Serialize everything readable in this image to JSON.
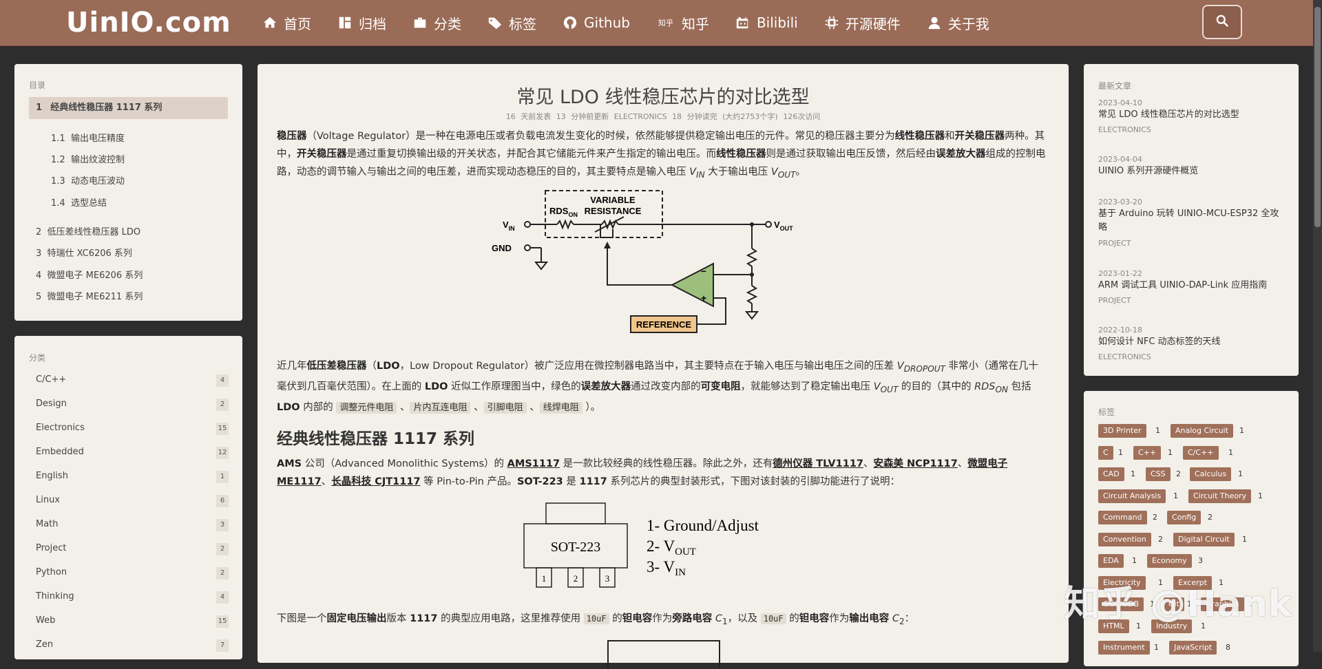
{
  "header": {
    "logo": "UinIO.com",
    "nav": [
      {
        "label": "首页",
        "icon": "home-icon"
      },
      {
        "label": "归档",
        "icon": "archive-icon"
      },
      {
        "label": "分类",
        "icon": "briefcase-icon"
      },
      {
        "label": "标签",
        "icon": "tags-icon"
      },
      {
        "label": "Github",
        "icon": "github-icon"
      },
      {
        "label": "知乎",
        "icon": "zhihu-icon"
      },
      {
        "label": "Bilibili",
        "icon": "bilibili-icon"
      },
      {
        "label": "开源硬件",
        "icon": "chip-icon"
      },
      {
        "label": "关于我",
        "icon": "user-icon"
      }
    ],
    "zhihu_badge": "知乎"
  },
  "toc": {
    "title": "目录",
    "items": [
      {
        "num": "1",
        "label": "经典线性稳压器 1117 系列"
      },
      {
        "num": "1.1",
        "label": "输出电压精度"
      },
      {
        "num": "1.2",
        "label": "输出纹波控制"
      },
      {
        "num": "1.3",
        "label": "动态电压波动"
      },
      {
        "num": "1.4",
        "label": "选型总结"
      },
      {
        "num": "2",
        "label": "低压差线性稳压器 LDO"
      },
      {
        "num": "3",
        "label": "特瑞仕 XC6206 系列"
      },
      {
        "num": "4",
        "label": "微盟电子 ME6206 系列"
      },
      {
        "num": "5",
        "label": "微盟电子 ME6211 系列"
      }
    ]
  },
  "categories": {
    "title": "分类",
    "items": [
      {
        "name": "C/C++",
        "count": "4"
      },
      {
        "name": "Design",
        "count": "2"
      },
      {
        "name": "Electronics",
        "count": "15"
      },
      {
        "name": "Embedded",
        "count": "12"
      },
      {
        "name": "English",
        "count": "1"
      },
      {
        "name": "Linux",
        "count": "6"
      },
      {
        "name": "Math",
        "count": "3"
      },
      {
        "name": "Project",
        "count": "2"
      },
      {
        "name": "Python",
        "count": "2"
      },
      {
        "name": "Thinking",
        "count": "4"
      },
      {
        "name": "Web",
        "count": "15"
      },
      {
        "name": "Zen",
        "count": "7"
      }
    ]
  },
  "article": {
    "title": "常见 LDO 线性稳压芯片的对比选型",
    "meta": "16 天前发表   13 分钟前更新   ELECTRONICS   18 分钟读完 (大约2753个字)   126次访问",
    "section_title": "经典线性稳压器 1117 系列",
    "inline_tags": [
      "调整元件电阻",
      "片内互连电阻",
      "引脚电阻",
      "线焊电阻"
    ],
    "code_10uf": "10uF",
    "diagram1": {
      "vin": "V",
      "vin_sub": "IN",
      "vout": "V",
      "vout_sub": "OUT",
      "gnd": "GND",
      "rds": "RDS",
      "rds_sub": "ON",
      "variable": "VARIABLE",
      "resistance": "RESISTANCE",
      "reference": "REFERENCE",
      "minus": "–",
      "plus": "+"
    },
    "diagram2": {
      "package": "SOT-223",
      "pins": [
        "1",
        "2",
        "3"
      ],
      "legend1": "1- Ground/Adjust",
      "legend2": "2- V",
      "legend2_sub": "OUT",
      "legend3": "3- V",
      "legend3_sub": "IN"
    }
  },
  "recent": {
    "title": "最新文章",
    "posts": [
      {
        "date": "2023-04-10",
        "title": "常见 LDO 线性稳压芯片的对比选型",
        "category": "ELECTRONICS"
      },
      {
        "date": "2023-04-04",
        "title": "UINIO 系列开源硬件概览",
        "category": ""
      },
      {
        "date": "2023-03-20",
        "title": "基于 Arduino 玩转 UINIO-MCU-ESP32 全攻略",
        "category": "PROJECT"
      },
      {
        "date": "2023-01-22",
        "title": "ARM 调试工具 UINIO-DAP-Link 应用指南",
        "category": "PROJECT"
      },
      {
        "date": "2022-10-18",
        "title": "如何设计 NFC 动态标签的天线",
        "category": "ELECTRONICS"
      }
    ]
  },
  "tags": {
    "title": "标签",
    "rows": [
      [
        {
          "name": "3D Printer",
          "count": "1"
        },
        {
          "name": "Analog Circuit",
          "count": "1"
        }
      ],
      [
        {
          "name": "C",
          "count": "1"
        },
        {
          "name": "C++",
          "count": "1"
        },
        {
          "name": "C/C++",
          "count": "1"
        }
      ],
      [
        {
          "name": "CAD",
          "count": "1"
        },
        {
          "name": "CSS",
          "count": "2"
        },
        {
          "name": "Calculus",
          "count": "1"
        }
      ],
      [
        {
          "name": "Circuit Analysis",
          "count": "1"
        },
        {
          "name": "Circuit Theory",
          "count": "1"
        }
      ],
      [
        {
          "name": "Command",
          "count": "2"
        },
        {
          "name": "Config",
          "count": "2"
        }
      ],
      [
        {
          "name": "Convention",
          "count": "2"
        },
        {
          "name": "Digital Circuit",
          "count": "1"
        }
      ],
      [
        {
          "name": "EDA",
          "count": "1"
        },
        {
          "name": "Economy",
          "count": "3"
        }
      ],
      [
        {
          "name": "Electricity",
          "count": "1"
        },
        {
          "name": "Excerpt",
          "count": "1"
        }
      ],
      [
        {
          "name": "GCC/GDB",
          "count": "1"
        },
        {
          "name": "Git",
          "count": "1"
        },
        {
          "name": "Graphics",
          "count": "1"
        }
      ],
      [
        {
          "name": "HTML",
          "count": "1"
        },
        {
          "name": "Industry",
          "count": "1"
        }
      ],
      [
        {
          "name": "Instrument",
          "count": "1"
        },
        {
          "name": "JavaScript",
          "count": "8"
        }
      ]
    ]
  },
  "watermark": "知乎 @Hank",
  "colors": {
    "header": "#9a6b57",
    "panel": "#f3f0ea",
    "tag": "#a0705a",
    "background": "#2d2d2d"
  }
}
